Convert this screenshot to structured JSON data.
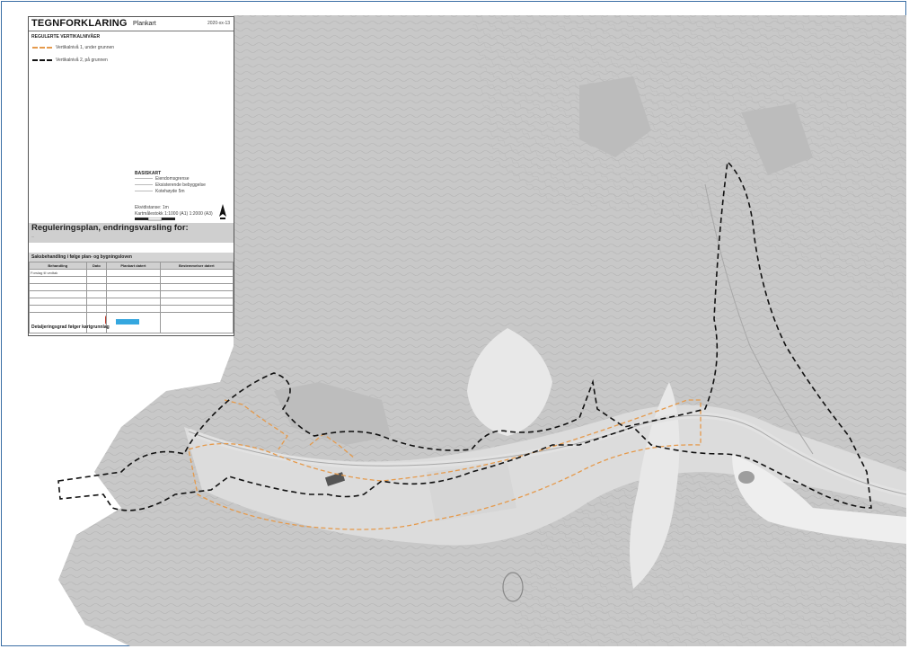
{
  "legend": {
    "title": "TEGNFORKLARING",
    "plankart": "Plankart",
    "date": "2020-xx-13",
    "section_heading": "REGULERTE VERTIKALNIVÅER",
    "lines": [
      {
        "label": "Vertikalnivå 1, under grunnen",
        "color": "#e59a4c"
      },
      {
        "label": "Vertikalnivå 2, på grunnen",
        "color": "#111111"
      }
    ],
    "basiskart": {
      "heading": "BASISKART",
      "items": [
        "Eiendomsgrense",
        "Eksisterende bebyggelse",
        "Kotehøyde 5m"
      ],
      "notes": [
        "Ekvidistanse: 1m",
        "Kartmålestokk 1:1000 (A1) 1:2000 (A3)"
      ]
    }
  },
  "regulation": {
    "heading": "Reguleringsplan, endringsvarsling for:",
    "subtitle": "...",
    "table_title": "Saksbehandling i følge plan- og bygningsloven",
    "table_headers": [
      "Behandling",
      "Dato",
      "Plankart datert",
      "Bestemmelser datert"
    ],
    "table_rows": [
      [
        "Forslag til vedtak",
        "",
        "",
        ""
      ],
      [
        "",
        "",
        "",
        ""
      ],
      [
        "",
        "",
        "",
        ""
      ],
      [
        "",
        "",
        "",
        ""
      ],
      [
        "",
        "",
        "",
        ""
      ],
      [
        "",
        "",
        "",
        ""
      ]
    ],
    "footer": "Detaljeringsgrad følger kartgrunnlag"
  },
  "map": {
    "colors": {
      "terrain": "#c8c8c8",
      "terrain_dark": "#a9a9a9",
      "contour": "#b3b3b3",
      "boundary": "#111111",
      "tunnel": "#e59a4c",
      "border": "#3a6ea5"
    }
  }
}
